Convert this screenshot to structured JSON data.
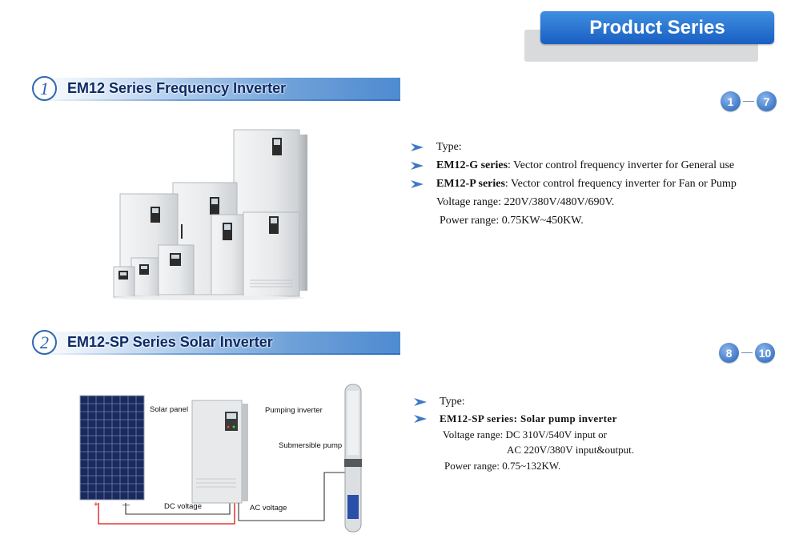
{
  "header": {
    "title": "Product Series"
  },
  "sections": [
    {
      "number": "1",
      "title": "EM12 Series Frequency Inverter",
      "range": {
        "start": "1",
        "end": "7"
      },
      "info": {
        "type_label": "Type:",
        "g_bold": "EM12-G series",
        "g_text": ": Vector control frequency inverter for General use",
        "p_bold": "EM12-P series",
        "p_text": ": Vector control frequency inverter for Fan or Pump",
        "voltage": "Voltage range: 220V/380V/480V/690V.",
        "power": "Power range: 0.75KW~450KW."
      }
    },
    {
      "number": "2",
      "title": "EM12-SP Series  Solar  Inverter",
      "range": {
        "start": "8",
        "end": "10"
      },
      "info": {
        "type_label": "Type:",
        "sp_bold": "EM12-SP series: Solar pump inverter",
        "voltage1": "Voltage range: DC 310V/540V input or",
        "voltage2": "AC 220V/380V input&output.",
        "power": "Power range: 0.75~132KW."
      },
      "diagram": {
        "solar_panel": "Solar panel",
        "pumping_inverter": "Pumping inverter",
        "submersible_pump": "Submersible pump",
        "dc_voltage": "DC voltage",
        "ac_voltage": "AC voltage",
        "plus": "+",
        "minus": "—"
      }
    }
  ]
}
